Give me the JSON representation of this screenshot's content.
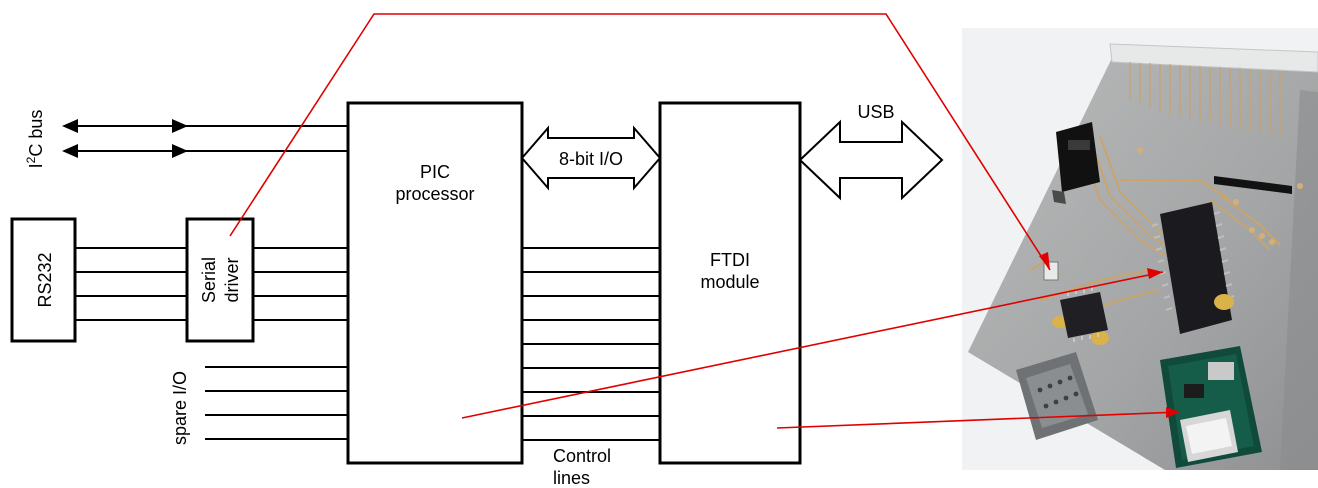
{
  "blocks": {
    "rs232": "RS232",
    "serial_driver_line1": "Serial",
    "serial_driver_line2": "driver",
    "pic_line1": "PIC",
    "pic_line2": "processor",
    "ftdi_line1": "FTDI",
    "ftdi_line2": "module"
  },
  "labels": {
    "i2c_prefix": "I",
    "i2c_superscript": "2",
    "i2c_suffix": "C bus",
    "spare_io": "spare I/O",
    "eight_bit_io": "8-bit I/O",
    "usb": "USB",
    "control_line1": "Control",
    "control_line2": "lines"
  },
  "photo": {
    "components": [
      "circuit-board",
      "pic-chip",
      "ftdi-module",
      "serial-chip",
      "db9-connector",
      "edge-connector",
      "jack-socket"
    ]
  },
  "colors": {
    "annotation": "#e00000",
    "board": "#a9abab",
    "chip": "#1b1b1f",
    "ftdi_pcb": "#0f4a3b"
  }
}
